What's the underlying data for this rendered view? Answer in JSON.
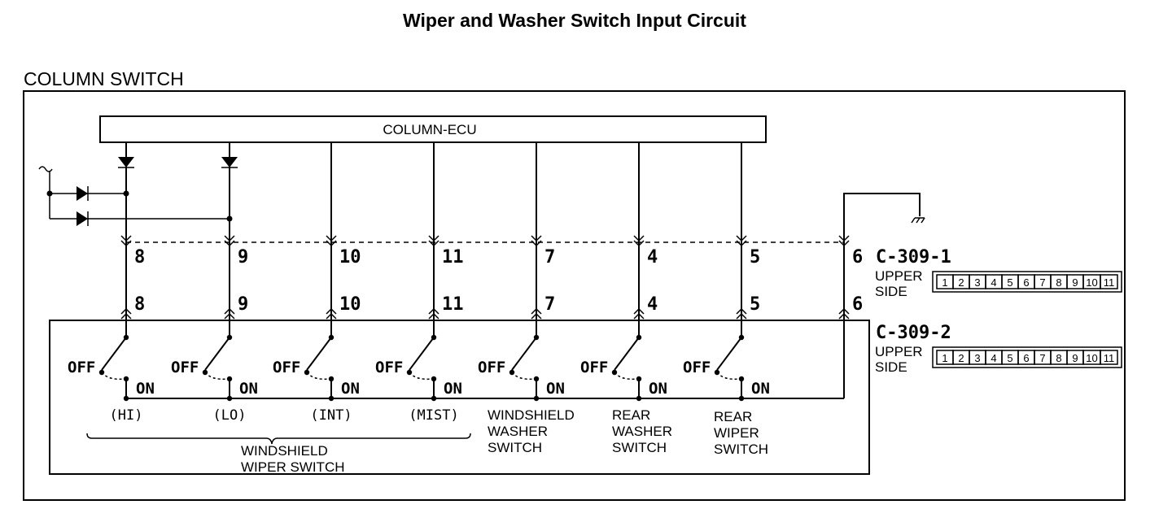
{
  "title": "Wiper and Washer Switch Input Circuit",
  "section_label": "COLUMN SWITCH",
  "ecu_label": "COLUMN-ECU",
  "wires": [
    {
      "pin_ecu": "8",
      "pin_sw": "8",
      "position": "(HI)"
    },
    {
      "pin_ecu": "9",
      "pin_sw": "9",
      "position": "(LO)"
    },
    {
      "pin_ecu": "10",
      "pin_sw": "10",
      "position": "(INT)"
    },
    {
      "pin_ecu": "11",
      "pin_sw": "11",
      "position": "(MIST)"
    },
    {
      "pin_ecu": "7",
      "pin_sw": "7",
      "position": ""
    },
    {
      "pin_ecu": "4",
      "pin_sw": "4",
      "position": ""
    },
    {
      "pin_ecu": "5",
      "pin_sw": "5",
      "position": ""
    }
  ],
  "ground_pin": {
    "pin_ecu": "6",
    "pin_sw": "6"
  },
  "switch_off_label": "OFF",
  "switch_on_label": "ON",
  "windshield_wiper_switch": {
    "line1": "WINDSHIELD",
    "line2": "WIPER SWITCH"
  },
  "windshield_washer_switch": {
    "line1": "WINDSHIELD",
    "line2": "WASHER",
    "line3": "SWITCH"
  },
  "rear_washer_switch": {
    "line1": "REAR",
    "line2": "WASHER",
    "line3": "SWITCH"
  },
  "rear_wiper_switch": {
    "line1": "REAR",
    "line2": "WIPER",
    "line3": "SWITCH"
  },
  "connectors": [
    {
      "name": "C-309-1",
      "side_line1": "UPPER",
      "side_line2": "SIDE",
      "pins": [
        "1",
        "2",
        "3",
        "4",
        "5",
        "6",
        "7",
        "8",
        "9",
        "10",
        "11"
      ]
    },
    {
      "name": "C-309-2",
      "side_line1": "UPPER",
      "side_line2": "SIDE",
      "pins": [
        "1",
        "2",
        "3",
        "4",
        "5",
        "6",
        "7",
        "8",
        "9",
        "10",
        "11"
      ]
    }
  ]
}
